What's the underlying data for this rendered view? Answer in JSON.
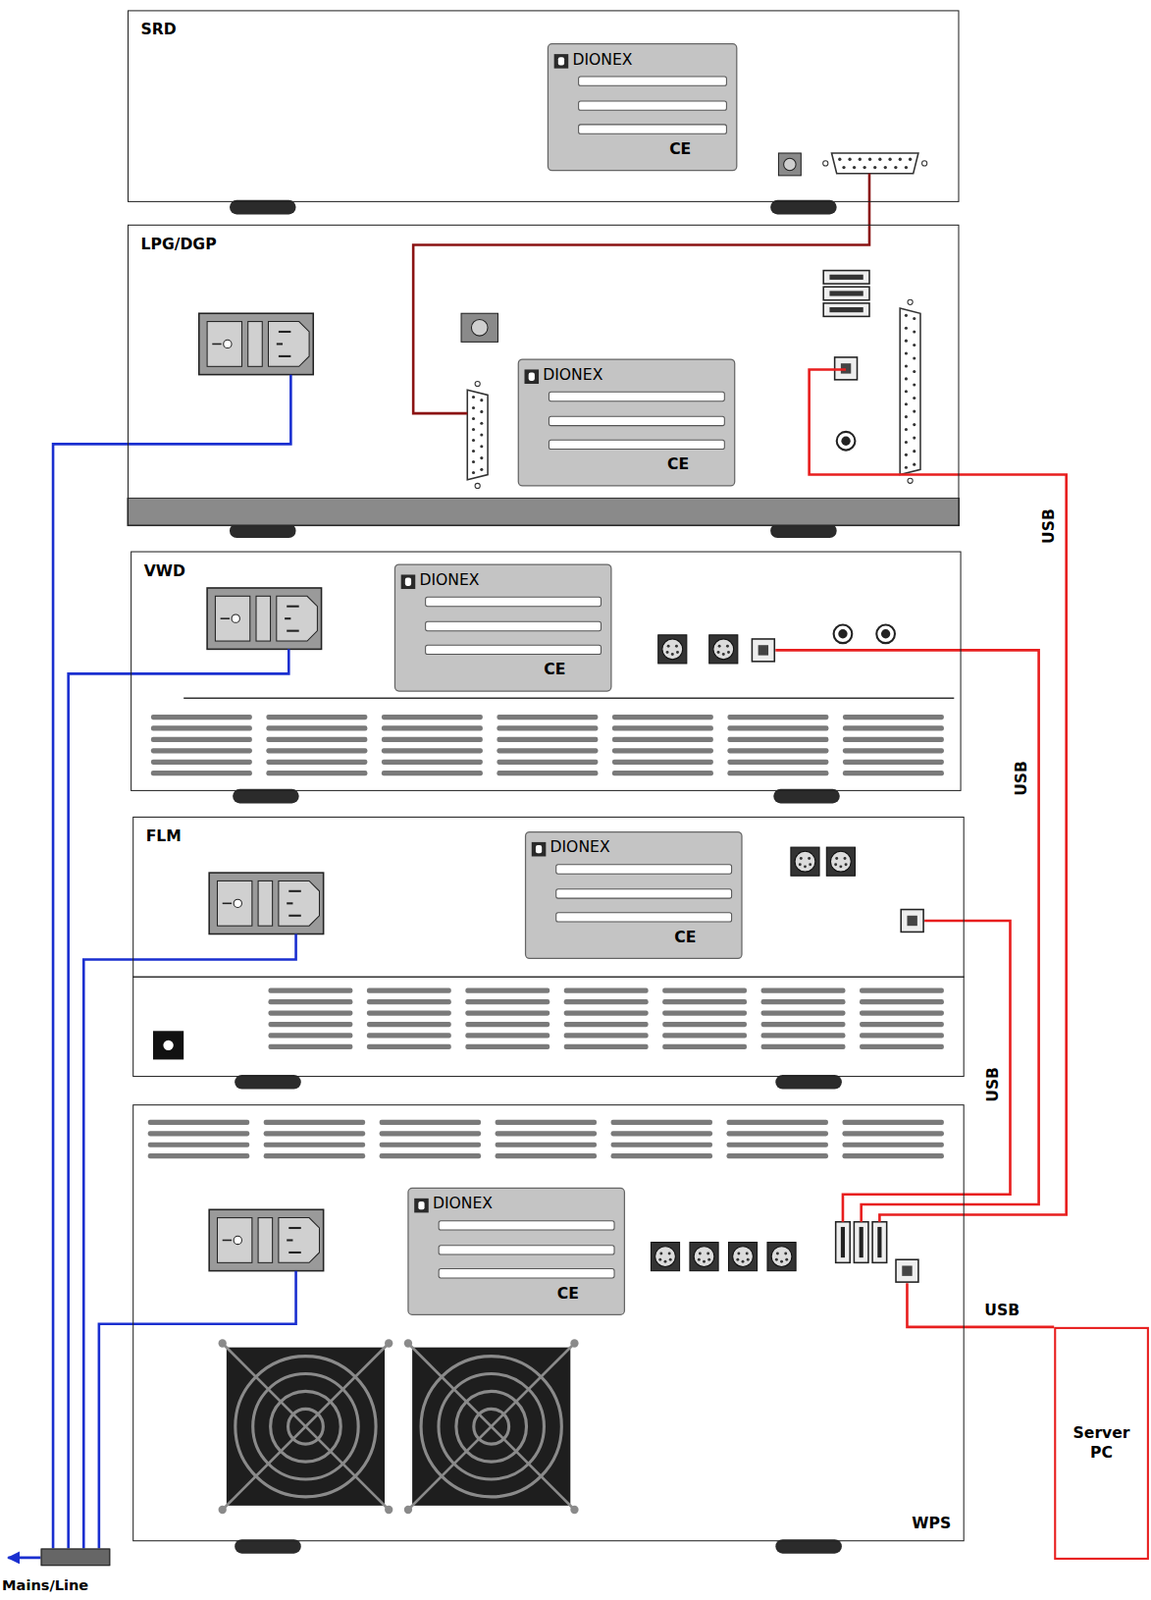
{
  "diagram": {
    "nodes": [
      {
        "text": [
          "SRD"
        ]
      },
      {
        "text": [
          "LPG/DGP"
        ]
      },
      {
        "text": [
          "VWD"
        ]
      },
      {
        "text": [
          "FLM"
        ]
      },
      {
        "text": [
          "WPS"
        ]
      },
      {
        "text": [
          "Server PC"
        ]
      },
      {
        "text": [
          "Mains/Line"
        ]
      }
    ],
    "edges": [
      {
        "from": 0,
        "to": 1,
        "arrow": "none"
      },
      {
        "from": 1,
        "to": 4,
        "label": "USB",
        "arrow": "none"
      },
      {
        "from": 2,
        "to": 4,
        "label": "USB",
        "arrow": "none"
      },
      {
        "from": 3,
        "to": 4,
        "label": "USB",
        "arrow": "none"
      },
      {
        "from": 4,
        "to": 5,
        "label": "USB",
        "arrow": "none"
      },
      {
        "from": 1,
        "to": 6,
        "arrow": "none"
      },
      {
        "from": 2,
        "to": 6,
        "arrow": "none"
      },
      {
        "from": 3,
        "to": 6,
        "arrow": "none"
      },
      {
        "from": 4,
        "to": 6,
        "arrow": "none"
      }
    ],
    "labels": [
      "DIONEX",
      "CE",
      "DIONEX",
      "CE",
      "DIONEX",
      "CE",
      "DIONEX",
      "CE",
      "DIONEX",
      "CE"
    ]
  }
}
